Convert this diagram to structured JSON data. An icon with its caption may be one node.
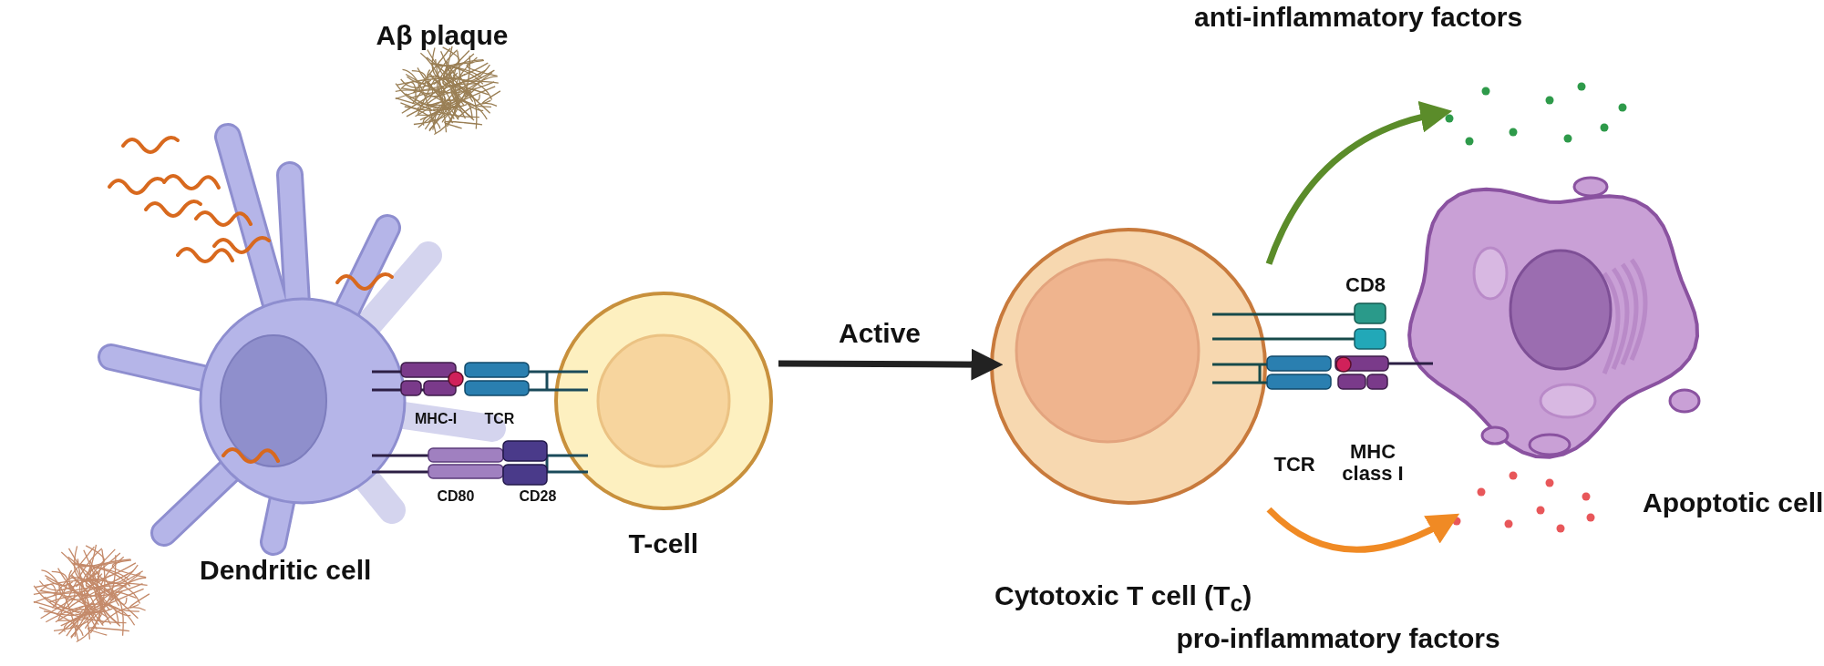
{
  "diagram": {
    "nodes": [
      {
        "text": [
          "Dendritic cell"
        ]
      },
      {
        "text": [
          "T-cell"
        ]
      },
      {
        "text": [
          "Cytotoxic T cell (T$_{c}$)"
        ]
      },
      {
        "text": [
          "Apoptotic cell"
        ]
      },
      {
        "text": [],
        "shape": "picture"
      },
      {
        "text": [],
        "shape": "picture"
      }
    ],
    "edges": [
      {
        "from": 1,
        "to": 2,
        "arrow": "to",
        "label": "Active"
      },
      {
        "from": 2,
        "to": 4,
        "arrow": "to",
        "color": "#5b8c2a"
      },
      {
        "from": 2,
        "to": 5,
        "arrow": "to",
        "color": "#f08a24"
      }
    ],
    "labels": [
      "Aβ plaque",
      "anti-inflammatory factors",
      "MHC-I",
      "TCR",
      "CD80",
      "CD28",
      "CD8",
      "TCR",
      "MHC class I",
      "pro-inflammatory factors"
    ]
  }
}
